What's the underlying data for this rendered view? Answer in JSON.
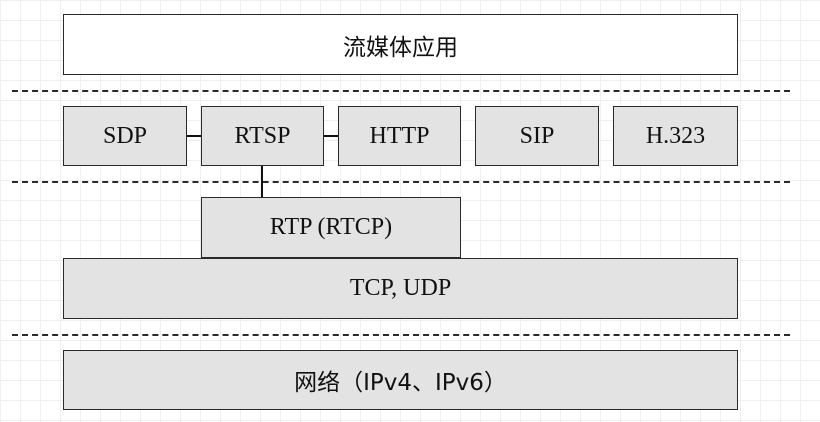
{
  "diagram": {
    "layers": {
      "application": {
        "label": "流媒体应用"
      },
      "protocols": {
        "sdp": "SDP",
        "rtsp": "RTSP",
        "http": "HTTP",
        "sip": "SIP",
        "h323": "H.323"
      },
      "rtp": {
        "label": "RTP (RTCP)"
      },
      "transport": {
        "label": "TCP, UDP"
      },
      "network": {
        "label": "网络（IPv4、IPv6）"
      }
    }
  }
}
